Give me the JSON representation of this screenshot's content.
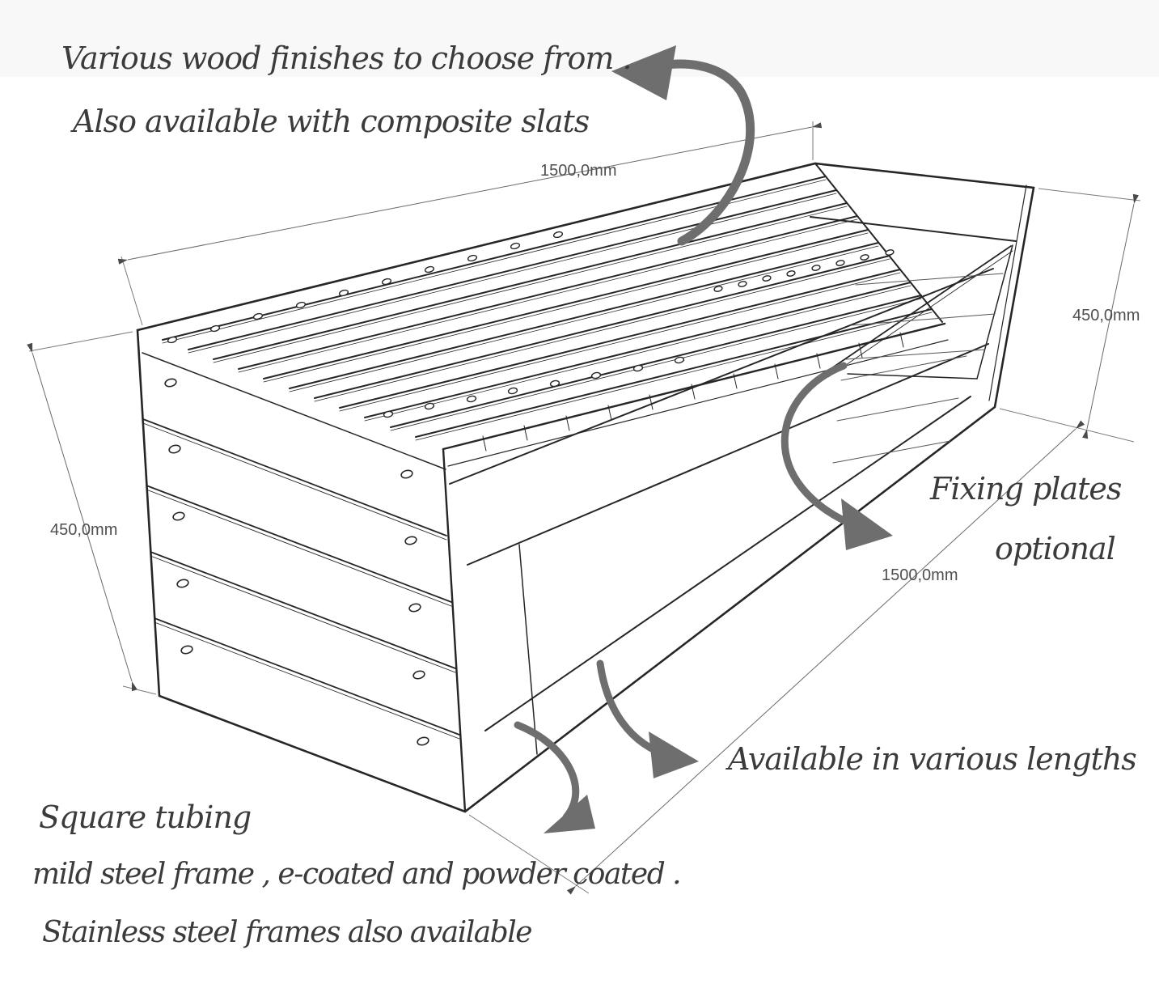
{
  "annotations": {
    "wood_note": {
      "line1": "Various wood finishes to choose from .",
      "line2": "Also available with composite slats"
    },
    "fixing_note": {
      "line1": "Fixing plates",
      "line2": "optional"
    },
    "length_note": "Available in various lengths",
    "material_note": {
      "line1": "Square tubing",
      "line2": "mild steel frame , e-coated and powder coated .",
      "line3": "Stainless steel frames also available"
    }
  },
  "dimensions": {
    "top_length": "1500,0mm",
    "front_length": "1500,0mm",
    "left_height": "450,0mm",
    "right_height": "450,0mm"
  },
  "drawing": {
    "subject": "slatted steel-frame bench isometric line drawing",
    "icons": [
      "curved-arrow-wood-finish",
      "curved-arrow-fixing-plates",
      "curved-arrow-length",
      "curved-arrow-frame"
    ]
  },
  "colors": {
    "background": "#ffffff",
    "line_art": "#262626",
    "dimension_line": "#6a6a6a",
    "dimension_text": "#4f4f4f",
    "script_text": "#3b3b3b",
    "arrow_gray": "#6e6e6e"
  }
}
